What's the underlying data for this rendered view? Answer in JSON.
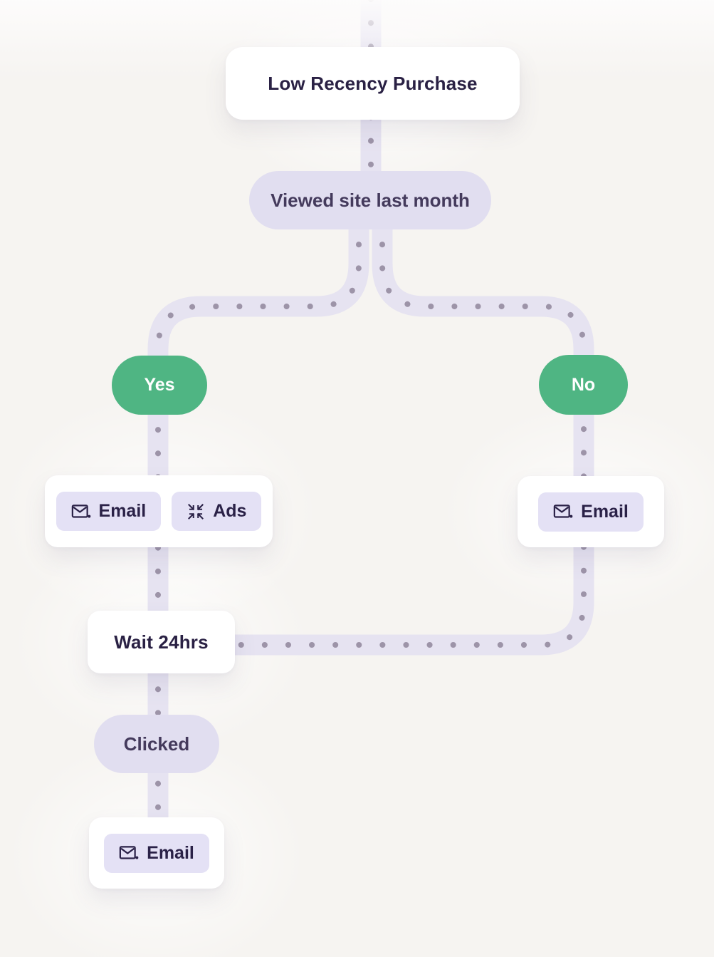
{
  "diagram": {
    "type": "customer-journey-flow",
    "nodes": {
      "trigger": {
        "label": "Low Recency Purchase"
      },
      "condition1": {
        "label": "Viewed site last month"
      },
      "branch_yes": {
        "label": "Yes"
      },
      "branch_no": {
        "label": "No"
      },
      "yes_actions": {
        "chips": [
          {
            "icon": "email-icon",
            "label": "Email"
          },
          {
            "icon": "ads-icon",
            "label": "Ads"
          }
        ]
      },
      "no_actions": {
        "chips": [
          {
            "icon": "email-icon",
            "label": "Email"
          }
        ]
      },
      "wait": {
        "label": "Wait 24hrs"
      },
      "condition2": {
        "label": "Clicked"
      },
      "final_action": {
        "chips": [
          {
            "icon": "email-icon",
            "label": "Email"
          }
        ]
      }
    },
    "edges": [
      "top -> trigger -> condition1",
      "condition1 -> yes -> yes_actions -> wait",
      "condition1 -> no -> no_actions -> wait",
      "wait -> condition2 -> final_action"
    ],
    "colors": {
      "background": "#f6f4f1",
      "track": "#e6e3f1",
      "track_dot": "#9d94a8",
      "condition_pill": "#e1def0",
      "branch_green": "#4fb583",
      "chip_bg": "#e4e1f5",
      "card_bg": "#ffffff",
      "text_dark": "#2a2144"
    }
  }
}
